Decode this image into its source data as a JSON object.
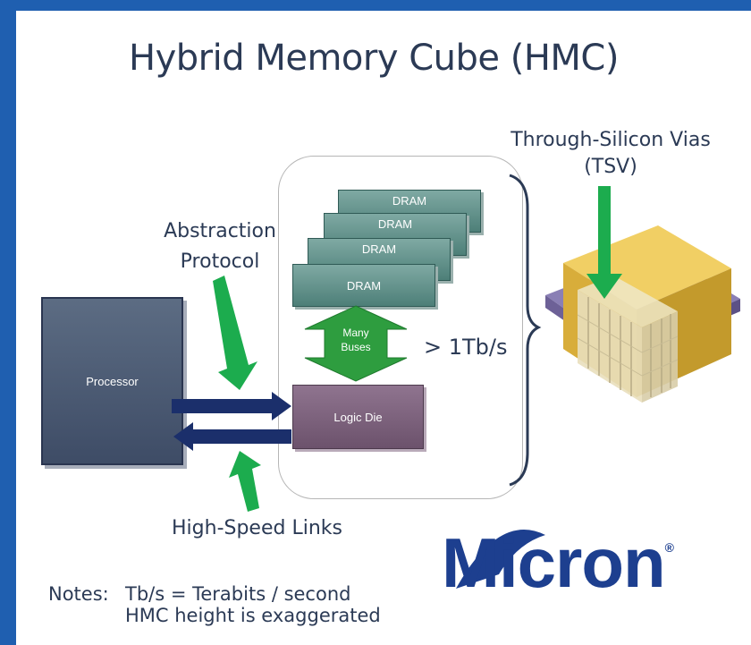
{
  "title": "Hybrid Memory Cube (HMC)",
  "labels": {
    "abstraction_protocol_line1": "Abstraction",
    "abstraction_protocol_line2": "Protocol",
    "high_speed_links": "High-Speed Links",
    "tsv_line1": "Through-Silicon Vias",
    "tsv_line2": "(TSV)",
    "bandwidth": "> 1Tb/s"
  },
  "blocks": {
    "processor": "Processor",
    "drams": [
      "DRAM",
      "DRAM",
      "DRAM",
      "DRAM"
    ],
    "many_buses_line1": "Many",
    "many_buses_line2": "Buses",
    "logic_die": "Logic Die"
  },
  "notes": {
    "label": "Notes:",
    "line1": "Tb/s = Terabits / second",
    "line2": "HMC height is exaggerated"
  },
  "logo": {
    "text": "Micron",
    "registered": "®"
  },
  "colors": {
    "frame": "#1f5fb0",
    "green_arrow": "#1cac4e",
    "link_arrow": "#1b2f6b",
    "dram": "#5e8e87",
    "logic_die": "#7a5f7a",
    "processor": "#4d5b75",
    "cube_gold": "#e2b94a",
    "cube_base": "#7b6ea6",
    "logo": "#1d3f8f"
  }
}
